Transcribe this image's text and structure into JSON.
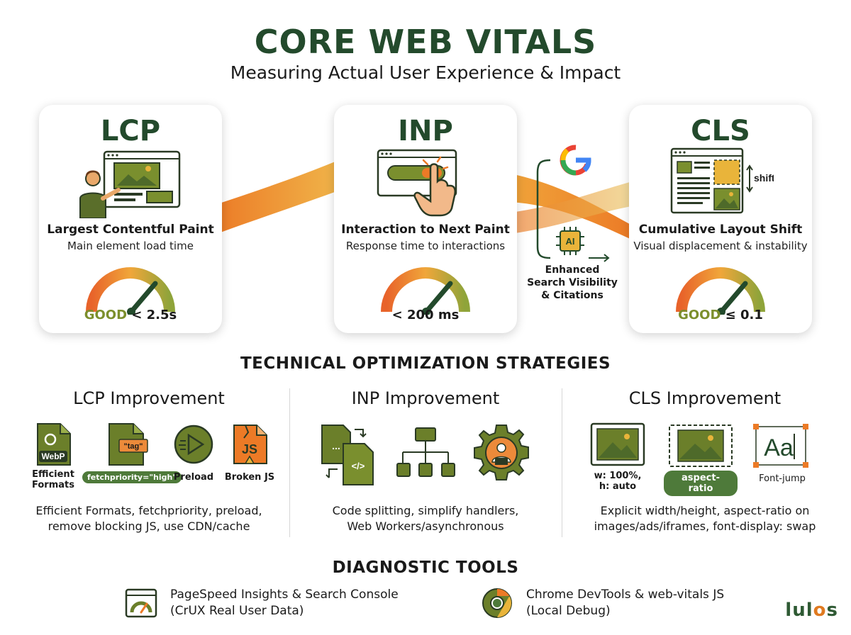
{
  "header": {
    "title": "CORE WEB VITALS",
    "subtitle": "Measuring Actual User Experience & Impact"
  },
  "cards": [
    {
      "metric": "LCP",
      "name": "Largest Contentful Paint",
      "desc": "Main element load time",
      "good": "GOOD",
      "threshold": " < 2.5s"
    },
    {
      "metric": "INP",
      "name": "Interaction to Next Paint",
      "desc": "Response time to interactions",
      "good": "",
      "threshold": "< 200 ms"
    },
    {
      "metric": "CLS",
      "name": "Cumulative Layout Shift",
      "desc": "Visual displacement & instability",
      "good": "GOOD",
      "threshold": " ≤ 0.1"
    }
  ],
  "cls_illustration": {
    "shift_label": "shift"
  },
  "search": {
    "ai_label": "AI",
    "text_line1": "Enhanced",
    "text_line2": "Search Visibility",
    "text_line3": "& Citations"
  },
  "technical": {
    "title": "TECHNICAL OPTIMIZATION STRATEGIES",
    "lcp": {
      "title": "LCP Improvement",
      "webp_label": "WebP",
      "tag_label": "\"tag\"",
      "js_label": "JS",
      "items": [
        "Efficient Formats",
        "fetchpriority=\"high\"",
        "Preload",
        "Broken JS"
      ],
      "items_line1": "Efficient",
      "items_line2": "Formats",
      "summary_line1": "Efficient Formats, fetchpriority, preload,",
      "summary_line2": "remove blocking JS, use CDN/cache"
    },
    "inp": {
      "title": "INP Improvement",
      "code_label": "</>",
      "summary_line1": "Code splitting, simplify handlers,",
      "summary_line2": "Web Workers/asynchronous"
    },
    "cls": {
      "title": "CLS Improvement",
      "item1_line1": "w: 100%,",
      "item1_line2": "h: auto",
      "item2": "aspect-ratio",
      "item3": "Font-jump",
      "font_sample": "Aa",
      "summary_line1": "Explicit width/height, aspect-ratio on",
      "summary_line2": "images/ads/iframes, font-display: swap"
    }
  },
  "diagnostic": {
    "title": "DIAGNOSTIC TOOLS",
    "tools": [
      {
        "line1": "PageSpeed Insights & Search Console",
        "line2": "(CrUX Real User Data)"
      },
      {
        "line1": "Chrome DevTools & web-vitals JS",
        "line2": "(Local Debug)"
      }
    ]
  },
  "brand": {
    "logo_pre": "lul",
    "logo_o": "o",
    "logo_post": "s"
  },
  "colors": {
    "primary_green": "#234a2c",
    "olive": "#6b7f2a",
    "orange": "#ec7a26",
    "yellow": "#e9b43a"
  }
}
